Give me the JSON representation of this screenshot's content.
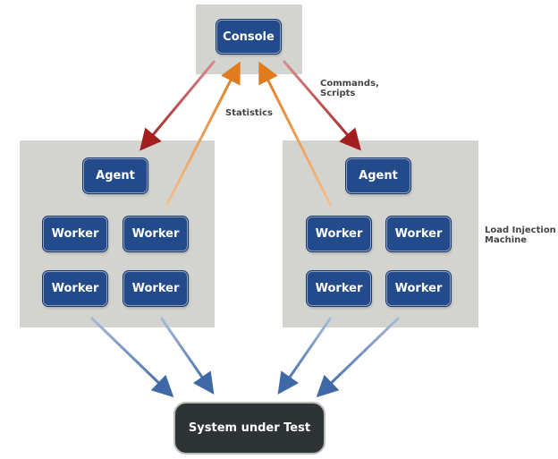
{
  "console": {
    "label": "Console"
  },
  "agents": [
    {
      "label": "Agent",
      "workers": [
        "Worker",
        "Worker",
        "Worker",
        "Worker"
      ]
    },
    {
      "label": "Agent",
      "workers": [
        "Worker",
        "Worker",
        "Worker",
        "Worker"
      ]
    }
  ],
  "system": {
    "label": "System under Test"
  },
  "annotations": {
    "commands_line1": "Commands,",
    "commands_line2": "Scripts",
    "statistics": "Statistics",
    "load_line1": "Load Injection",
    "load_line2": "Machine"
  },
  "colors": {
    "commands_arrow": "#a82a2a",
    "statistics_arrow": "#e07b1e",
    "traffic_arrow": "#3e68a6",
    "panel": "#d3d4cf",
    "box": "#234b8b",
    "sut": "#2e3436"
  }
}
